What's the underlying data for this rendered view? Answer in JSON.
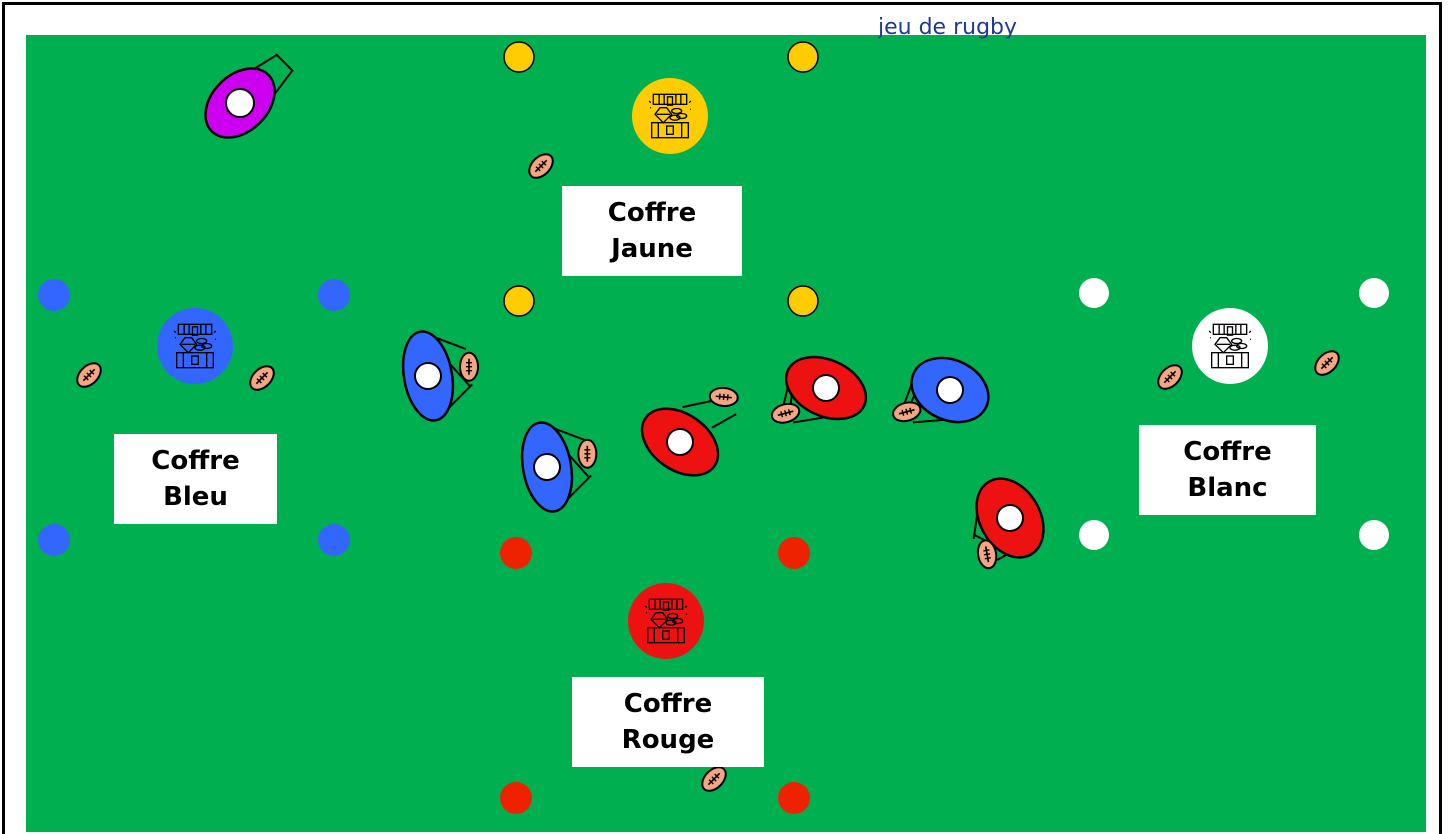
{
  "header": {
    "partial_text": "jeu de rugby"
  },
  "colors": {
    "field": "#00b050",
    "yellow": "#ffcc00",
    "blue": "#3366ff",
    "red": "#ee1111",
    "white": "#ffffff",
    "purple": "#cc00ee",
    "ball": "#f4a582",
    "label_bg": "#ffffff"
  },
  "zones": [
    {
      "id": "jaune",
      "line1": "Coffre",
      "line2": "Jaune",
      "color_key": "yellow",
      "chest_icon": "treasure-chest-icon"
    },
    {
      "id": "bleu",
      "line1": "Coffre",
      "line2": "Bleu",
      "color_key": "blue",
      "chest_icon": "treasure-chest-icon"
    },
    {
      "id": "blanc",
      "line1": "Coffre",
      "line2": "Blanc",
      "color_key": "white",
      "chest_icon": "treasure-chest-icon"
    },
    {
      "id": "rouge",
      "line1": "Coffre",
      "line2": "Rouge",
      "color_key": "red",
      "chest_icon": "treasure-chest-icon"
    }
  ],
  "players": [
    {
      "team": "purple",
      "has_ball": false
    },
    {
      "team": "blue",
      "has_ball": true
    },
    {
      "team": "blue",
      "has_ball": true
    },
    {
      "team": "red",
      "has_ball": true
    },
    {
      "team": "red",
      "has_ball": true
    },
    {
      "team": "blue",
      "has_ball": true
    },
    {
      "team": "red",
      "has_ball": true
    }
  ],
  "loose_balls_count": 6
}
